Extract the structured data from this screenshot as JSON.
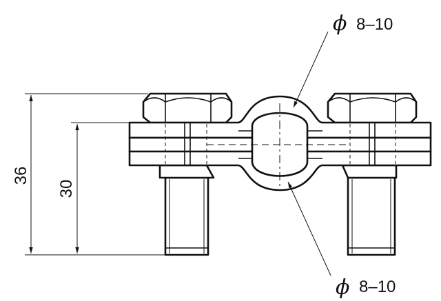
{
  "dimensions": {
    "overall_height": "36",
    "inner_height": "30"
  },
  "callouts": {
    "top_symbol": "ϕ",
    "top_range": "8–10",
    "bottom_symbol": "ϕ",
    "bottom_range": "8–10"
  }
}
